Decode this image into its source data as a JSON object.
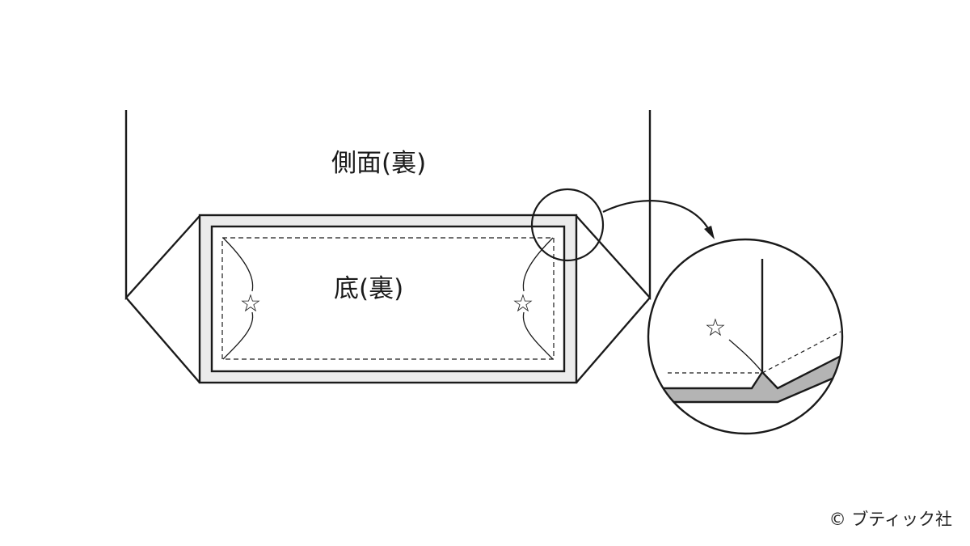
{
  "labels": {
    "side": "側面(裏)",
    "bottom": "底(裏)",
    "star_symbol": "☆",
    "copyright": "© ブティック社"
  },
  "colors": {
    "ink": "#1a1a1a",
    "seam_allowance_fill": "#ebebeb",
    "callout_fill": "#b4b4b4",
    "background": "#ffffff"
  }
}
